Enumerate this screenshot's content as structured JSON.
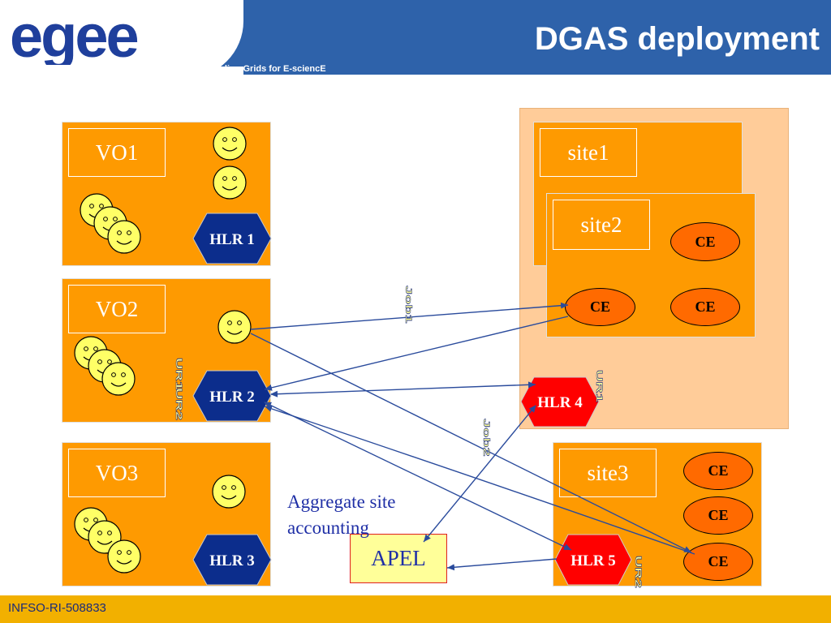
{
  "header": {
    "logo_text": "egee",
    "tagline": "Enabling Grids for E-sciencE",
    "title": "DGAS deployment"
  },
  "footer": {
    "text": "INFSO-RI-508833"
  },
  "vos": [
    {
      "label": "VO1",
      "hlr": "HLR 1"
    },
    {
      "label": "VO2",
      "hlr": "HLR 2"
    },
    {
      "label": "VO3",
      "hlr": "HLR 3"
    }
  ],
  "sites": [
    {
      "label": "site1"
    },
    {
      "label": "site2"
    },
    {
      "label": "site3"
    }
  ],
  "site_hlrs": [
    "HLR 4",
    "HLR 5"
  ],
  "ce_label": "CE",
  "apel": {
    "label": "APEL",
    "note": "Aggregate site accounting"
  },
  "arrow_labels": {
    "job1": "Job1",
    "job2": "Job2",
    "ur1": "UR1",
    "ur2": "UR2"
  },
  "colors": {
    "header_blue": "#2e62aa",
    "footer_yellow": "#f2b000",
    "panel_orange": "#fe9a01",
    "site_group": "#ffcc99",
    "ce_orange": "#ff6a00",
    "hlr_blue": "#0c2d8c",
    "hlr_red": "#ff0000",
    "smiley_yellow": "#ffff66",
    "arrow_blue": "#2a4b9c"
  }
}
